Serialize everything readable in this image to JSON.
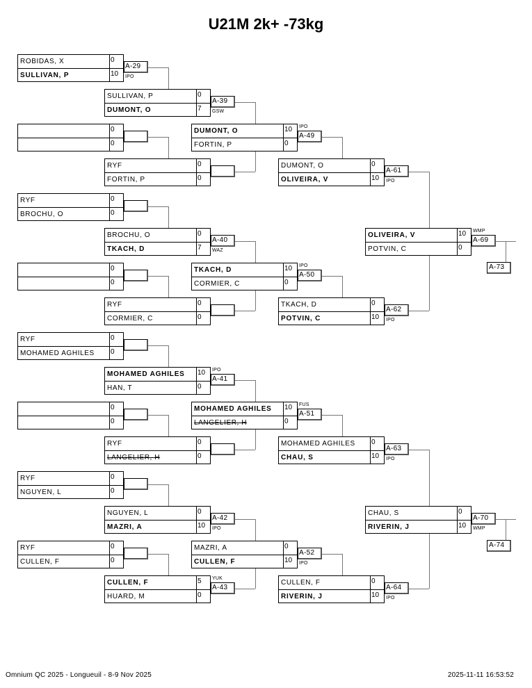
{
  "title": "U21M 2k+ -73kg",
  "footer": {
    "event": "Omnium QC 2025 - Longueuil - 8-9 Nov 2025",
    "timestamp": "2025-11-11 16:53:52"
  },
  "rounds": [
    {
      "matches": [
        {
          "id": "A-29",
          "p1": {
            "name": "ROBIDAS, X",
            "score": "0",
            "win": false
          },
          "p2": {
            "name": "SULLIVAN, P",
            "score": "10",
            "win": true
          },
          "result": "IPO"
        },
        {
          "id": "",
          "p1": {
            "name": "",
            "score": "0",
            "win": false
          },
          "p2": {
            "name": "",
            "score": "0",
            "win": false
          },
          "result": ""
        },
        {
          "id": "",
          "p1": {
            "name": "RYF",
            "score": "0",
            "win": false
          },
          "p2": {
            "name": "BROCHU, O",
            "score": "0",
            "win": false
          },
          "result": ""
        },
        {
          "id": "",
          "p1": {
            "name": "",
            "score": "0",
            "win": false
          },
          "p2": {
            "name": "",
            "score": "0",
            "win": false
          },
          "result": ""
        },
        {
          "id": "",
          "p1": {
            "name": "RYF",
            "score": "0",
            "win": false
          },
          "p2": {
            "name": "MOHAMED AGHILES",
            "score": "0",
            "win": false
          },
          "result": ""
        },
        {
          "id": "",
          "p1": {
            "name": "",
            "score": "0",
            "win": false
          },
          "p2": {
            "name": "",
            "score": "0",
            "win": false
          },
          "result": ""
        },
        {
          "id": "",
          "p1": {
            "name": "RYF",
            "score": "0",
            "win": false
          },
          "p2": {
            "name": "NGUYEN, L",
            "score": "0",
            "win": false
          },
          "result": ""
        },
        {
          "id": "",
          "p1": {
            "name": "RYF",
            "score": "0",
            "win": false
          },
          "p2": {
            "name": "CULLEN, F",
            "score": "0",
            "win": false
          },
          "result": ""
        }
      ]
    },
    {
      "matches": [
        {
          "id": "A-39",
          "p1": {
            "name": "SULLIVAN, P",
            "score": "0",
            "win": false
          },
          "p2": {
            "name": "DUMONT, O",
            "score": "7",
            "win": true
          },
          "result": "GSW"
        },
        {
          "id": "",
          "p1": {
            "name": "RYF",
            "score": "0",
            "win": false
          },
          "p2": {
            "name": "FORTIN, P",
            "score": "0",
            "win": false
          },
          "result": ""
        },
        {
          "id": "A-40",
          "p1": {
            "name": "BROCHU, O",
            "score": "0",
            "win": false
          },
          "p2": {
            "name": "TKACH, D",
            "score": "7",
            "win": true
          },
          "result": "WAZ"
        },
        {
          "id": "",
          "p1": {
            "name": "RYF",
            "score": "0",
            "win": false
          },
          "p2": {
            "name": "CORMIER, C",
            "score": "0",
            "win": false
          },
          "result": ""
        },
        {
          "id": "A-41",
          "p1": {
            "name": "MOHAMED AGHILES",
            "score": "10",
            "win": true
          },
          "p2": {
            "name": "HAN, T",
            "score": "0",
            "win": false
          },
          "result": "IPO"
        },
        {
          "id": "",
          "p1": {
            "name": "RYF",
            "score": "0",
            "win": false
          },
          "p2": {
            "name": "LANGELIER, H",
            "score": "0",
            "win": false,
            "struck": true
          },
          "result": ""
        },
        {
          "id": "A-42",
          "p1": {
            "name": "NGUYEN, L",
            "score": "0",
            "win": false
          },
          "p2": {
            "name": "MAZRI, A",
            "score": "10",
            "win": true
          },
          "result": "IPO"
        },
        {
          "id": "A-43",
          "p1": {
            "name": "CULLEN, F",
            "score": "5",
            "win": true
          },
          "p2": {
            "name": "HUARD, M",
            "score": "0",
            "win": false
          },
          "result": "YUK"
        }
      ]
    },
    {
      "matches": [
        {
          "id": "A-49",
          "p1": {
            "name": "DUMONT, O",
            "score": "10",
            "win": true
          },
          "p2": {
            "name": "FORTIN, P",
            "score": "0",
            "win": false
          },
          "result": "IPO"
        },
        {
          "id": "A-50",
          "p1": {
            "name": "TKACH, D",
            "score": "10",
            "win": true
          },
          "p2": {
            "name": "CORMIER, C",
            "score": "0",
            "win": false
          },
          "result": "IPO"
        },
        {
          "id": "A-51",
          "p1": {
            "name": "MOHAMED AGHILES",
            "score": "10",
            "win": true
          },
          "p2": {
            "name": "LANGELIER, H",
            "score": "0",
            "win": false,
            "struck": true
          },
          "result": "FUS"
        },
        {
          "id": "A-52",
          "p1": {
            "name": "MAZRI, A",
            "score": "0",
            "win": false
          },
          "p2": {
            "name": "CULLEN, F",
            "score": "10",
            "win": true
          },
          "result": "IPO"
        }
      ]
    },
    {
      "matches": [
        {
          "id": "A-61",
          "p1": {
            "name": "DUMONT, O",
            "score": "0",
            "win": false
          },
          "p2": {
            "name": "OLIVEIRA, V",
            "score": "10",
            "win": true
          },
          "result": "IPO"
        },
        {
          "id": "A-62",
          "p1": {
            "name": "TKACH, D",
            "score": "0",
            "win": false
          },
          "p2": {
            "name": "POTVIN, C",
            "score": "10",
            "win": true
          },
          "result": "IPO"
        },
        {
          "id": "A-63",
          "p1": {
            "name": "MOHAMED AGHILES",
            "score": "0",
            "win": false
          },
          "p2": {
            "name": "CHAU, S",
            "score": "10",
            "win": true
          },
          "result": "IPO"
        },
        {
          "id": "A-64",
          "p1": {
            "name": "CULLEN, F",
            "score": "0",
            "win": false
          },
          "p2": {
            "name": "RIVERIN, J",
            "score": "10",
            "win": true
          },
          "result": "IPO"
        }
      ]
    },
    {
      "matches": [
        {
          "id": "A-69",
          "p1": {
            "name": "OLIVEIRA, V",
            "score": "10",
            "win": true
          },
          "p2": {
            "name": "POTVIN, C",
            "score": "0",
            "win": false
          },
          "result": "WMP"
        },
        {
          "id": "A-70",
          "p1": {
            "name": "CHAU, S",
            "score": "0",
            "win": false
          },
          "p2": {
            "name": "RIVERIN, J",
            "score": "10",
            "win": true
          },
          "result": "WMP"
        }
      ]
    }
  ],
  "next_matches": [
    "A-73",
    "A-74"
  ]
}
